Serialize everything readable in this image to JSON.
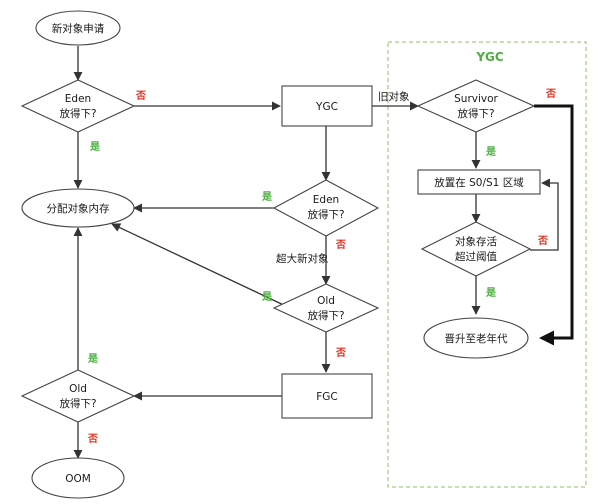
{
  "colors": {
    "yes": "#4caf3f",
    "no": "#e53422",
    "group_border": "#8cc06a",
    "group_title": "#4caf3f",
    "thick_arrow": "#111111"
  },
  "group": {
    "title": "YGC"
  },
  "nodes": {
    "new_request": "新对象申请",
    "eden_check_1": [
      "Eden",
      "放得下?"
    ],
    "ygc": "YGC",
    "allocate": "分配对象内存",
    "eden_check_2": [
      "Eden",
      "放得下?"
    ],
    "old_check_1": [
      "Old",
      "放得下?"
    ],
    "fgc": "FGC",
    "old_check_2": [
      "Old",
      "放得下?"
    ],
    "oom": "OOM",
    "survivor_check": [
      "Survivor",
      "放得下?"
    ],
    "place_s0s1": "放置在 S0/S1 区域",
    "survive_threshold": [
      "对象存活",
      "超过阈值"
    ],
    "promote_old": "晋升至老年代"
  },
  "edges": {
    "yes": "是",
    "no": "否",
    "old_object": "旧对象",
    "huge_object": "超大新对象"
  }
}
